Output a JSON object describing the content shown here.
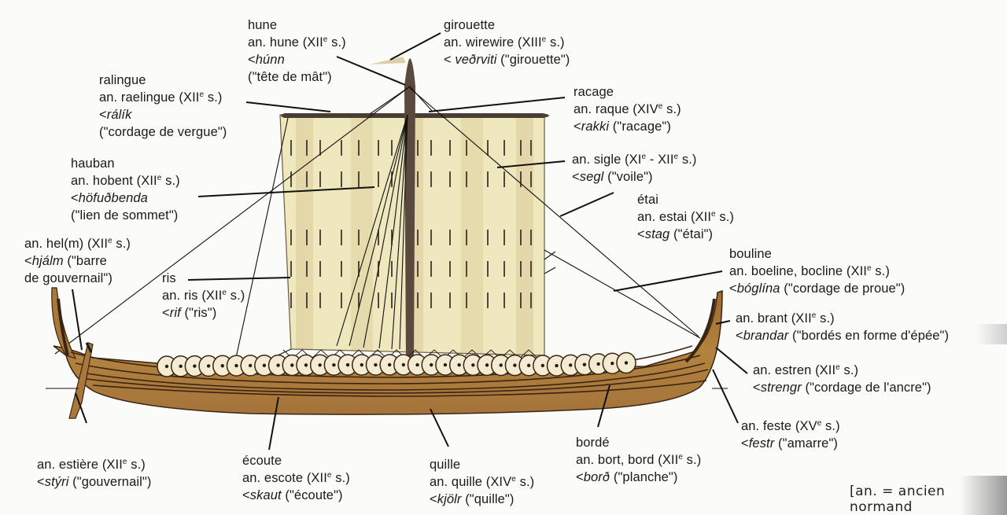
{
  "diagram": {
    "subject": "Viking ship with Old Norman nautical terms",
    "colors": {
      "sail": "#efe6b8",
      "sail_stripe": "#e2d6a6",
      "hull": "#a9793a",
      "hull_dark": "#3b2414",
      "mast": "#5a4a3e",
      "shield": "#f3ecd2",
      "line": "#111111"
    },
    "shield_count": 34,
    "labels": [
      {
        "id": "hune",
        "lines": [
          [
            "hune"
          ],
          [
            "an. hune (XII",
            {
              "sup": "e"
            },
            " s.)"
          ],
          [
            "<",
            {
              "i": "húnn"
            }
          ],
          [
            "(\"tête de mât\")"
          ]
        ]
      },
      {
        "id": "girouette",
        "lines": [
          [
            "girouette"
          ],
          [
            "an. wirewire (XIII",
            {
              "sup": "e"
            },
            " s.)"
          ],
          [
            "< ",
            {
              "i": "veðrviti"
            },
            " (\"girouette\")"
          ]
        ]
      },
      {
        "id": "ralingue",
        "lines": [
          [
            "ralingue"
          ],
          [
            "an. raelingue (XII",
            {
              "sup": "e"
            },
            " s.)"
          ],
          [
            "<",
            {
              "i": "rálík"
            }
          ],
          [
            "(\"cordage de vergue\")"
          ]
        ]
      },
      {
        "id": "racage",
        "lines": [
          [
            "racage"
          ],
          [
            "an. raque (XIV",
            {
              "sup": "e"
            },
            " s.)"
          ],
          [
            "<",
            {
              "i": "rakki"
            },
            " (\"racage\")"
          ]
        ]
      },
      {
        "id": "sigle",
        "lines": [
          [
            "an. sigle (XI",
            {
              "sup": "e"
            },
            " - XII",
            {
              "sup": "e"
            },
            " s.)"
          ],
          [
            "<",
            {
              "i": "segl"
            },
            " (\"voile\")"
          ]
        ]
      },
      {
        "id": "hauban",
        "lines": [
          [
            "hauban"
          ],
          [
            "an. hobent (XII",
            {
              "sup": "e"
            },
            " s.)"
          ],
          [
            "<",
            {
              "i": "höfuðbenda"
            }
          ],
          [
            "(\"lien de sommet\")"
          ]
        ]
      },
      {
        "id": "etai",
        "lines": [
          [
            "étai"
          ],
          [
            "an. estai (XII",
            {
              "sup": "e"
            },
            " s.)"
          ],
          [
            "<",
            {
              "i": "stag"
            },
            " (\"étai\")"
          ]
        ]
      },
      {
        "id": "helm",
        "lines": [
          [
            "an. hel(m) (XII",
            {
              "sup": "e"
            },
            " s.)"
          ],
          [
            "<",
            {
              "i": "hjálm"
            },
            " (\"barre"
          ],
          [
            "de gouvernail\")"
          ]
        ]
      },
      {
        "id": "bouline",
        "lines": [
          [
            "bouline"
          ],
          [
            "an. boeline, bocline (XII",
            {
              "sup": "e"
            },
            " s.)"
          ],
          [
            "<",
            {
              "i": "bóglína"
            },
            " (\"cordage de proue\")"
          ]
        ]
      },
      {
        "id": "ris",
        "lines": [
          [
            "ris"
          ],
          [
            "an. ris (XII",
            {
              "sup": "e"
            },
            " s.)"
          ],
          [
            "<",
            {
              "i": "rif"
            },
            " (\"ris\")"
          ]
        ]
      },
      {
        "id": "brant",
        "lines": [
          [
            "an. brant (XII",
            {
              "sup": "e"
            },
            " s.)"
          ],
          [
            "<",
            {
              "i": "brandar"
            },
            " (\"bordés en forme d'épée\")"
          ]
        ]
      },
      {
        "id": "estren",
        "lines": [
          [
            "an. estren (XII",
            {
              "sup": "e"
            },
            " s.)"
          ],
          [
            "<",
            {
              "i": "strengr"
            },
            " (\"cordage de l'ancre\")"
          ]
        ]
      },
      {
        "id": "feste",
        "lines": [
          [
            "an. feste (XV",
            {
              "sup": "e"
            },
            " s.)"
          ],
          [
            "<",
            {
              "i": "festr"
            },
            " (\"amarre\")"
          ]
        ]
      },
      {
        "id": "estiere",
        "lines": [
          [
            "an. estière (XII",
            {
              "sup": "e"
            },
            " s.)"
          ],
          [
            "<",
            {
              "i": "stýri"
            },
            " (\"gouvernail\")"
          ]
        ]
      },
      {
        "id": "ecoute",
        "lines": [
          [
            "écoute"
          ],
          [
            "an. escote (XII",
            {
              "sup": "e"
            },
            " s.)"
          ],
          [
            "<",
            {
              "i": "skaut"
            },
            " (\"écoute\")"
          ]
        ]
      },
      {
        "id": "quille",
        "lines": [
          [
            "quille"
          ],
          [
            "an. quille (XIV",
            {
              "sup": "e"
            },
            " s.)"
          ],
          [
            "<",
            {
              "i": "kjölr"
            },
            " (\"quille\")"
          ]
        ]
      },
      {
        "id": "borde",
        "lines": [
          [
            "bordé"
          ],
          [
            "an. bort, bord (XII",
            {
              "sup": "e"
            },
            " s.)"
          ],
          [
            "<",
            {
              "i": "borð"
            },
            " (\"planche\")"
          ]
        ]
      }
    ],
    "footnote": "[an. = ancien normand"
  }
}
